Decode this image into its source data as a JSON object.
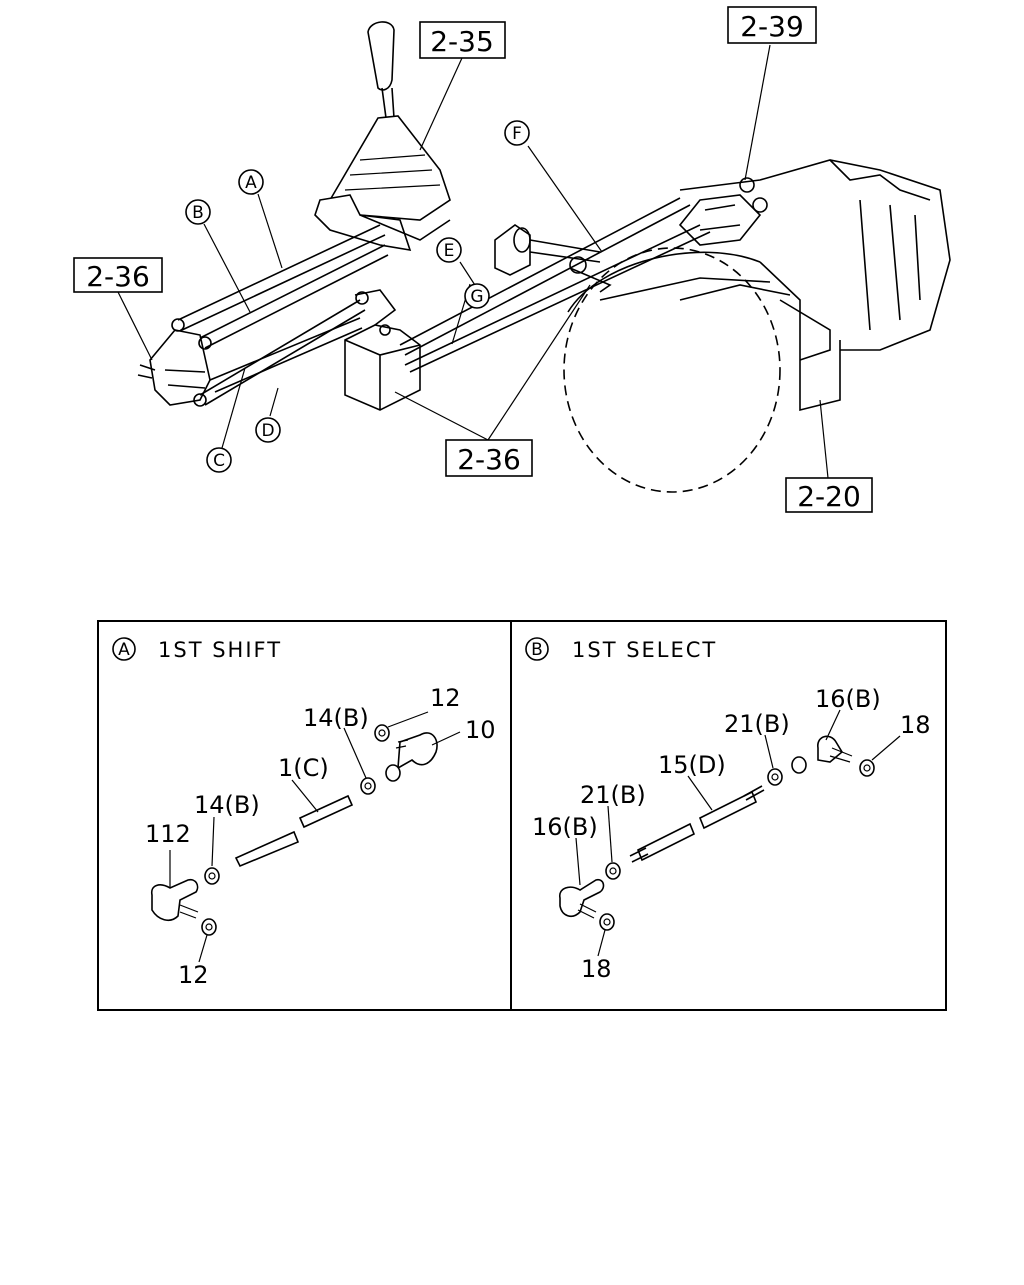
{
  "top_diagram": {
    "ref_boxes": [
      {
        "id": "r235",
        "text": "2-35"
      },
      {
        "id": "r239",
        "text": "2-39"
      },
      {
        "id": "r236a",
        "text": "2-36"
      },
      {
        "id": "r236b",
        "text": "2-36"
      },
      {
        "id": "r220",
        "text": "2-20"
      }
    ],
    "callouts": [
      {
        "id": "A",
        "text": "A"
      },
      {
        "id": "B",
        "text": "B"
      },
      {
        "id": "C",
        "text": "C"
      },
      {
        "id": "D",
        "text": "D"
      },
      {
        "id": "E",
        "text": "E"
      },
      {
        "id": "F",
        "text": "F"
      },
      {
        "id": "G",
        "text": "G"
      }
    ]
  },
  "detail_panels": {
    "left": {
      "letter": "A",
      "caption": "1ST SHIFT",
      "part_labels": [
        "12",
        "14(B)",
        "10",
        "1(C)",
        "14(B)",
        "112",
        "12"
      ]
    },
    "right": {
      "letter": "B",
      "caption": "1ST SELECT",
      "part_labels": [
        "16(B)",
        "21(B)",
        "18",
        "15(D)",
        "21(B)",
        "16(B)",
        "18"
      ]
    }
  }
}
